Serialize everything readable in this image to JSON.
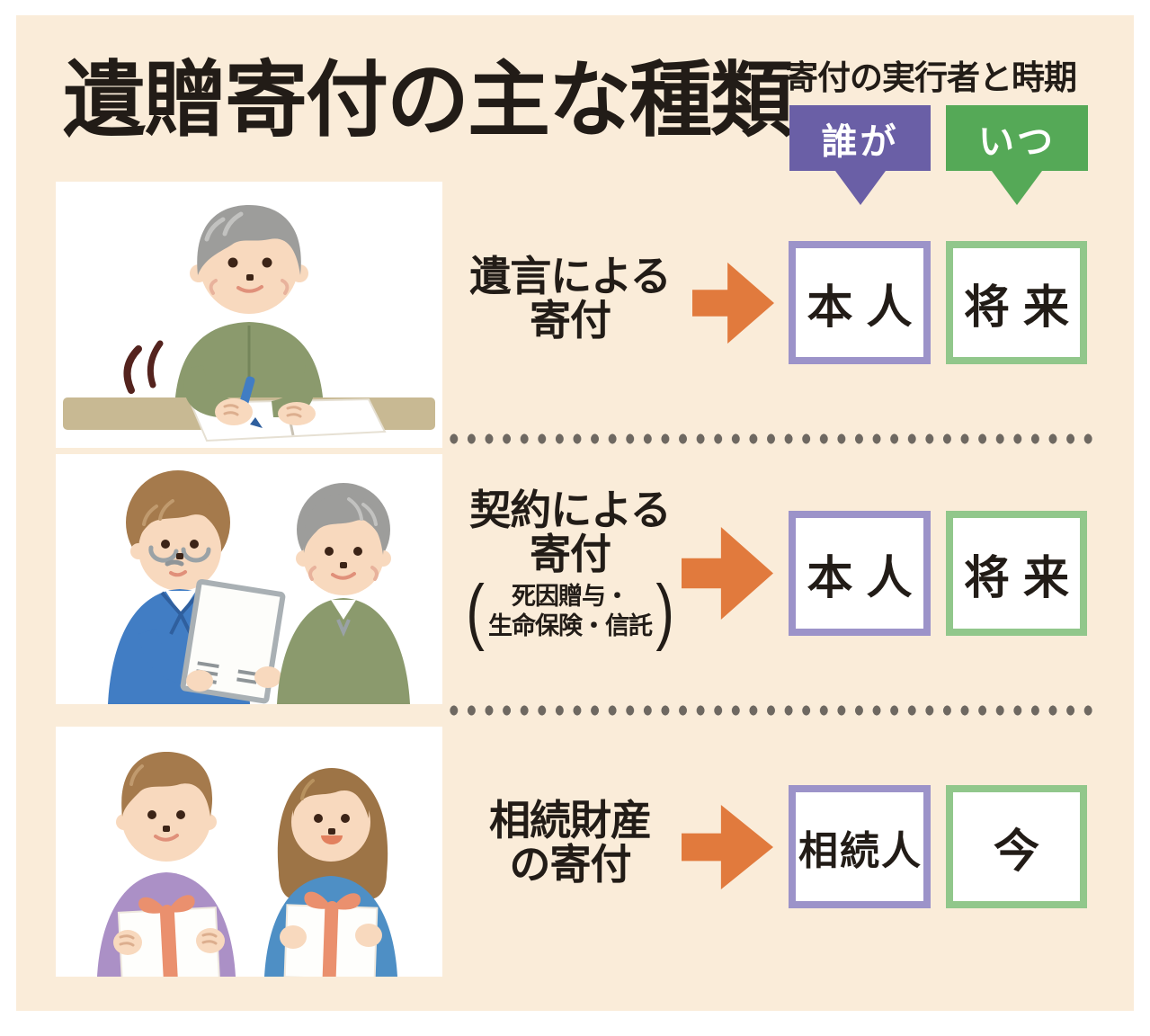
{
  "title": "遺贈寄付の主な種類",
  "legend": {
    "heading": "寄付の実行者と時期",
    "who_label": "誰が",
    "when_label": "いつ"
  },
  "colors": {
    "panel_background": "#faecd9",
    "who_bubble": "#6a5fa6",
    "when_bubble": "#55a957",
    "who_box_border": "#9c93c9",
    "when_box_border": "#91c78b",
    "arrow": "#e17a3d",
    "divider_dots": "#6e6861",
    "text": "#221c17"
  },
  "rows": [
    {
      "label_lines": [
        "遺言による",
        "寄付"
      ],
      "who": "本人",
      "when": "将来",
      "illustration": "senior-writing-will-illustration"
    },
    {
      "label_lines": [
        "契約による",
        "寄付"
      ],
      "note": {
        "open": "(",
        "lines": [
          "死因贈与・",
          "生命保険・信託"
        ],
        "close": ")"
      },
      "who": "本人",
      "when": "将来",
      "illustration": "advisor-showing-contract-illustration"
    },
    {
      "label_lines": [
        "相続財産",
        "の寄付"
      ],
      "who": "相続人",
      "when": "今",
      "illustration": "heirs-holding-gifts-illustration"
    }
  ]
}
